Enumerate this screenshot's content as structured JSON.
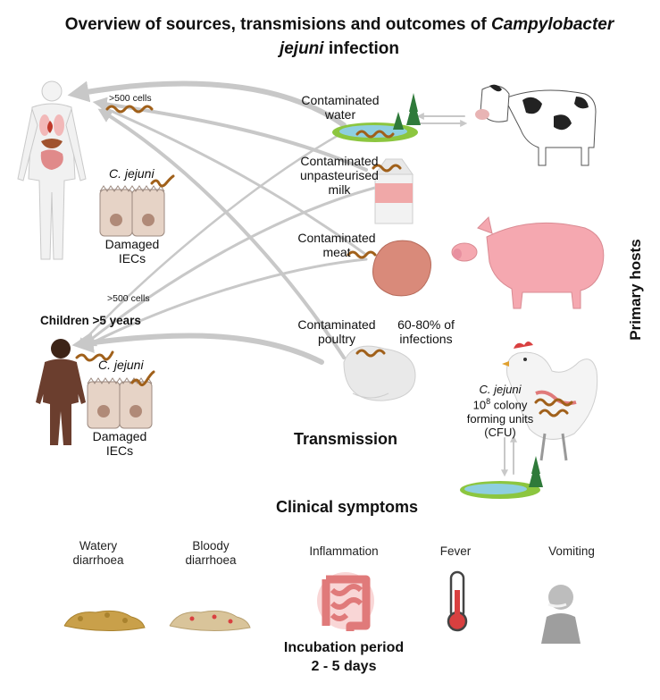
{
  "title": {
    "line1_prefix": "Overview of sources, transmisions and outcomes of ",
    "line1_italic": "Campylobacter",
    "line2_italic": "jejuni",
    "line2_suffix": " infection"
  },
  "adult": {
    "dose": ">500 cells",
    "bacterium": "C. jejuni",
    "damaged_line1": "Damaged",
    "damaged_line2": "IECs"
  },
  "child": {
    "dose": ">500 cells",
    "group": "Children >5 years",
    "bacterium": "C. jejuni",
    "damaged_line1": "Damaged",
    "damaged_line2": "IECs"
  },
  "sources": {
    "water_line1": "Contaminated",
    "water_line2": "water",
    "milk_line1": "Contaminated",
    "milk_line2": "unpasteurised",
    "milk_line3": "milk",
    "meat_line1": "Contaminated",
    "meat_line2": "meat",
    "poultry_line1": "Contaminated",
    "poultry_line2": "poultry",
    "share_line1": "60-80% of",
    "share_line2": "infections"
  },
  "transmission": "Transmission",
  "primary_hosts": "Primary hosts",
  "chicken": {
    "bacterium": "C. jejuni",
    "count_base": "10",
    "count_exp": "8",
    "count_rest": " colony",
    "line2": "forming units",
    "line3": "(CFU)"
  },
  "clinical": {
    "heading": "Clinical symptoms",
    "watery_line1": "Watery",
    "watery_line2": "diarrhoea",
    "bloody_line1": "Bloody",
    "bloody_line2": "diarrhoea",
    "inflammation": "Inflammation",
    "fever": "Fever",
    "vomiting": "Vomiting",
    "incubation_line1": "Incubation period",
    "incubation_line2": "2 - 5  days"
  },
  "colors": {
    "arrow": "#c8c8c8",
    "bacterium": "#a0601a",
    "cell": "#e6d3c6",
    "nucleus": "#b08a78",
    "water": "#8ecfe0",
    "grass": "#8cc63f",
    "tree": "#2f7a3a",
    "pig": "#f5a8b0",
    "meat": "#d98a7a",
    "gut": "#e07a7a",
    "thermo": "#d94040"
  }
}
